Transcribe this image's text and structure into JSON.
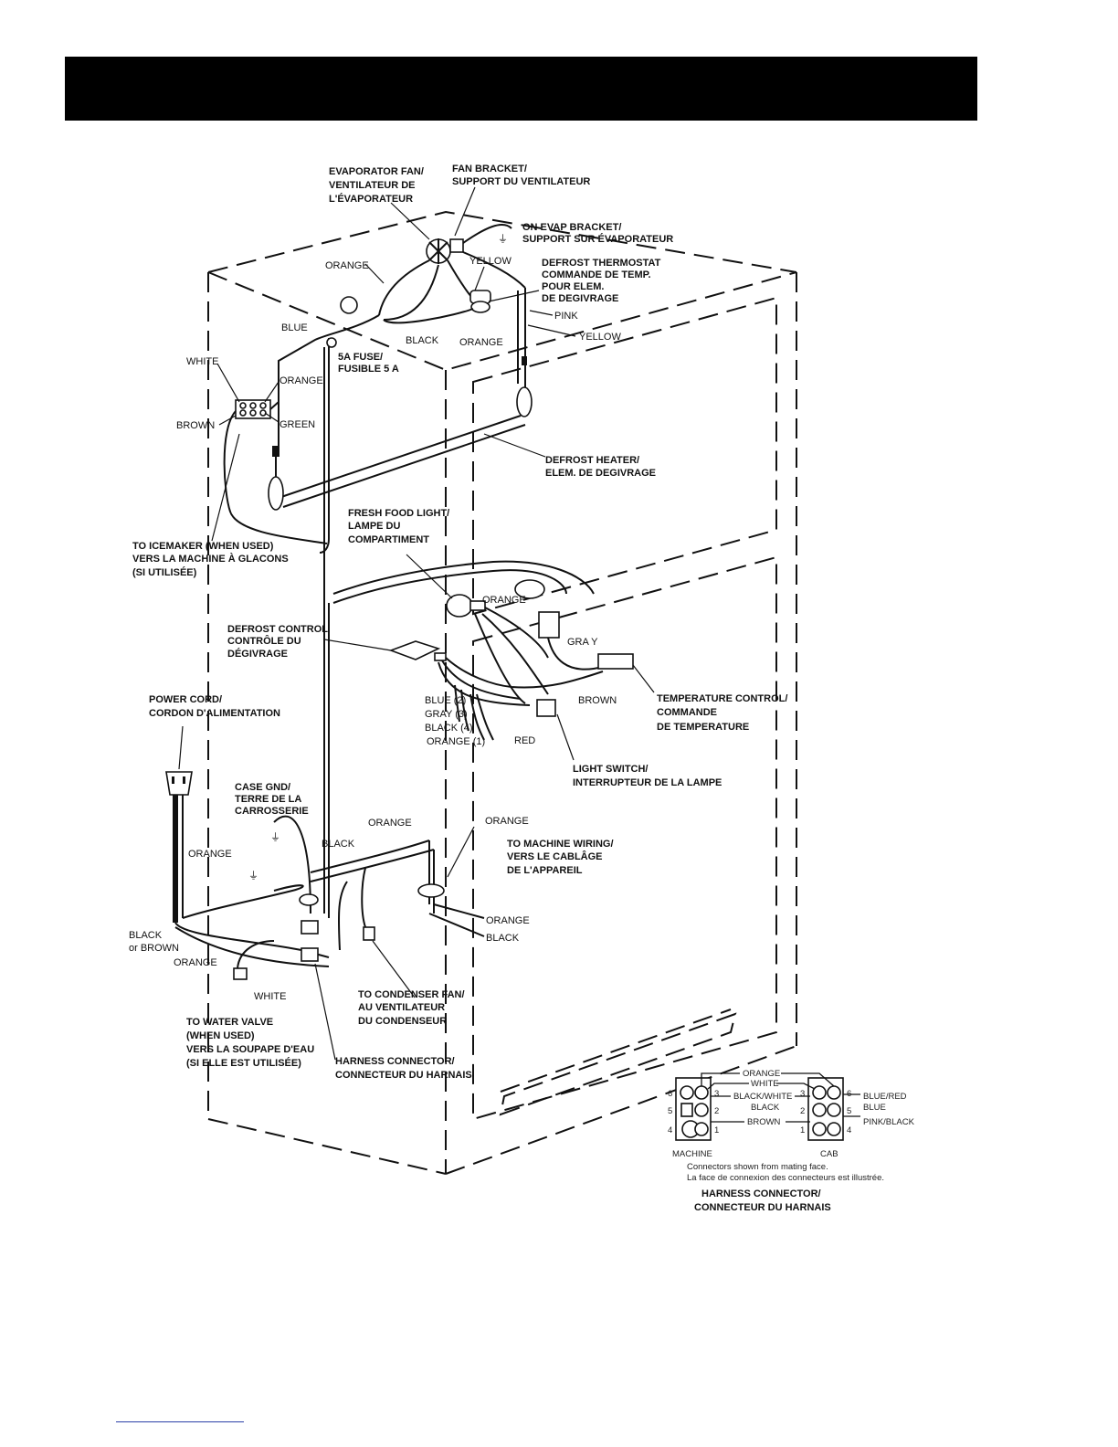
{
  "header": {
    "bg_color": "#000000"
  },
  "labels": {
    "evap_fan": [
      "EVAPORATOR FAN/",
      "VENTILATEUR DE",
      "L'ÉVAPORATEUR"
    ],
    "fan_bracket": [
      "FAN BRACKET/",
      "SUPPORT DU VENTILATEUR"
    ],
    "on_evap": [
      "ON EVAP BRACKET/",
      "SUPPORT SUR ÉVAPORATEUR"
    ],
    "defrost_thermostat": [
      "DEFROST THERMOSTAT",
      "COMMANDE DE TEMP.",
      "POUR ELEM.",
      "DE DEGIVRAGE"
    ],
    "fuse": [
      "5A FUSE/",
      "FUSIBLE 5 A"
    ],
    "defrost_heater": [
      "DEFROST HEATER/",
      "ELEM. DE DEGIVRAGE"
    ],
    "icemaker": [
      "TO ICEMAKER (WHEN USED)",
      "VERS LA MACHINE À GLACONS",
      "(SI UTILISÉE)"
    ],
    "fresh_food_light": [
      "FRESH FOOD LIGHT/",
      "LAMPE DU",
      "COMPARTIMENT"
    ],
    "defrost_control": [
      "DEFROST CONTROL",
      "CONTRÔLE DU",
      "DÉGIVRAGE"
    ],
    "power_cord": [
      "POWER CORD/",
      "CORDON D'ALIMENTATION"
    ],
    "temp_control": [
      "TEMPERATURE CONTROL/",
      "COMMANDE",
      "DE TEMPERATURE"
    ],
    "light_switch": [
      "LIGHT SWITCH/",
      "INTERRUPTEUR DE LA LAMPE"
    ],
    "case_gnd": [
      "CASE GND/",
      "TERRE DE LA",
      "CARROSSERIE"
    ],
    "machine_wiring": [
      "TO MACHINE WIRING/",
      "VERS LE CABLÂGE",
      "DE L'APPAREIL"
    ],
    "condenser_fan": [
      "TO CONDENSER FAN/",
      "AU VENTILATEUR",
      "DU CONDENSEUR"
    ],
    "water_valve": [
      "TO  WATER VALVE",
      "(WHEN USED)",
      "VERS LA SOUPAPE D'EAU",
      "(SI ELLE EST UTILISÉE)"
    ],
    "harness_connector": [
      "HARNESS CONNECTOR/",
      "CONNECTEUR DU HARNAIS"
    ],
    "harness_connector_2": [
      "HARNESS CONNECTOR/",
      "CONNECTEUR DU HARNAIS"
    ]
  },
  "wires": {
    "orange_fan": "ORANGE",
    "yellow_top": "YELLOW",
    "pink": "PINK",
    "yellow_right": "YELLOW",
    "black_top": "BLACK",
    "orange_thermo": "ORANGE",
    "blue_top": "BLUE",
    "white_term": "WHITE",
    "orange_term": "ORANGE",
    "brown_term": "BROWN",
    "green_term": "GREEN",
    "orange_mid": "ORANGE",
    "gray_mid": "GRA Y",
    "brown_mid": "BROWN",
    "blue2": "BLUE (2)",
    "gray3": "GRAY (3)",
    "black4": "BLACK (4)",
    "orange1": "ORANGE (1)",
    "red": "RED",
    "orange_bottom": "ORANGE",
    "orange_right_top": "ORANGE",
    "black_bottom": "BLACK",
    "orange_left": "ORANGE",
    "black_or_brown": [
      "BLACK",
      "or BROWN"
    ],
    "orange_lower_left": "ORANGE",
    "white_bottom": "WHITE",
    "orange_machine": "ORANGE",
    "black_machine": "BLACK"
  },
  "connector": {
    "top_wires": [
      "ORANGE",
      "WHITE"
    ],
    "left_pins": [
      "6",
      "5",
      "4"
    ],
    "left_inner": [
      "3",
      "2",
      "1"
    ],
    "right_inner": [
      "3",
      "2",
      "1"
    ],
    "right_pins": [
      "6",
      "5",
      "4"
    ],
    "mid_left": [
      "BLACK/WHITE",
      "BLACK",
      "BROWN"
    ],
    "right_wires": [
      "BLUE/RED",
      "BLUE",
      "PINK/BLACK"
    ],
    "machine": "MACHINE",
    "cab": "CAB",
    "note_en": "Connectors shown from mating face.",
    "note_fr": "La face de connexion des connecteurs est illustrée."
  }
}
